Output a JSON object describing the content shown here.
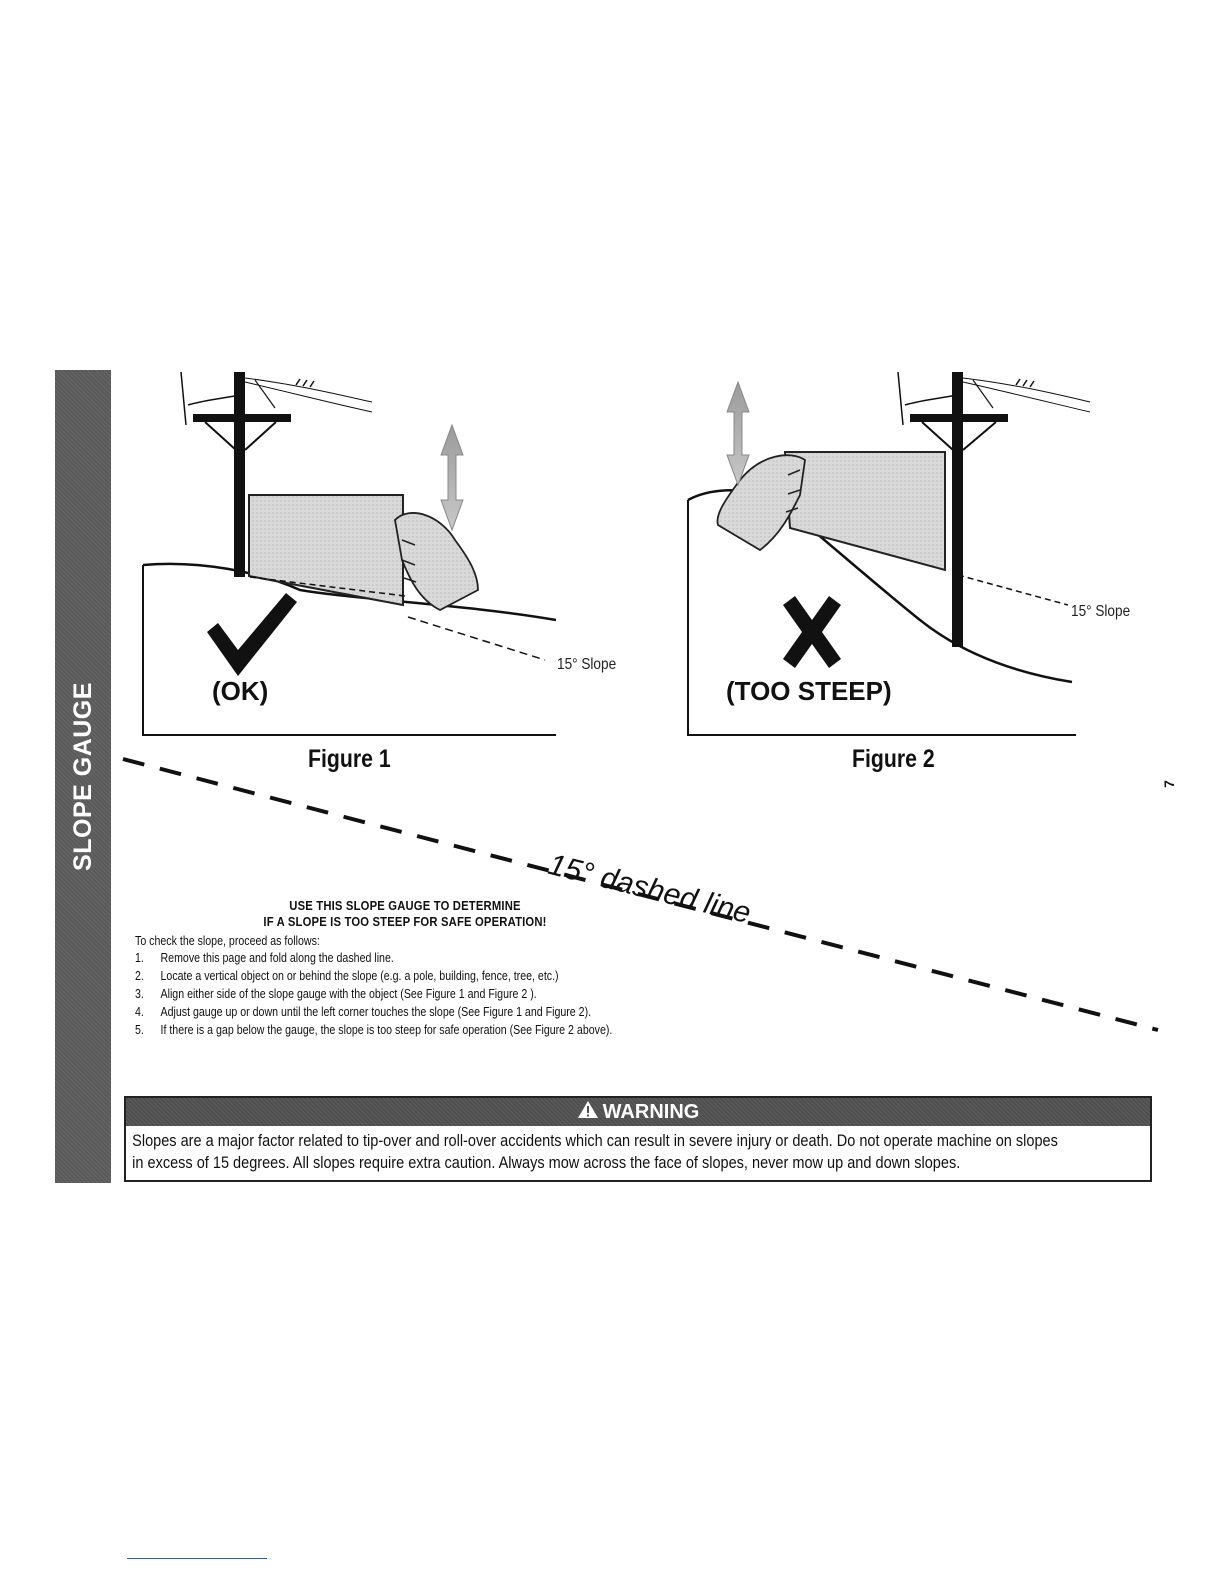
{
  "side_tab": {
    "label": "SLOPE GAUGE"
  },
  "figure1": {
    "status": "(OK)",
    "slope_label": "15° Slope",
    "caption": "Figure 1"
  },
  "figure2": {
    "status": "(TOO STEEP)",
    "slope_label": "15° Slope",
    "caption": "Figure 2"
  },
  "dashed_line_label": "15° dashed line",
  "instructions": {
    "heading_line1": "USE THIS SLOPE GAUGE TO DETERMINE",
    "heading_line2": "IF A SLOPE IS TOO STEEP FOR SAFE OPERATION!",
    "intro": "To check the slope, proceed as follows:",
    "steps": [
      {
        "num": "1.",
        "text": "Remove this page and fold along the dashed line."
      },
      {
        "num": "2.",
        "text": "Locate a vertical object on or behind the slope (e.g. a pole, building, fence, tree, etc.)"
      },
      {
        "num": "3.",
        "text": "Align either side of the slope gauge with the object (See Figure 1 and Figure 2 )."
      },
      {
        "num": "4.",
        "text": "Adjust gauge up or down until the left corner touches the slope (See Figure 1 and Figure 2)."
      },
      {
        "num": "5.",
        "text": "If there is a gap below the gauge, the slope is too steep for safe operation (See Figure 2 above)."
      }
    ]
  },
  "warning": {
    "title": "WARNING",
    "text_line1": "Slopes are a major factor related to tip-over and roll-over accidents which can result in severe injury or death. Do not operate machine on slopes",
    "text_line2": "in excess of 15 degrees. All slopes require extra caution. Always mow across the face of slopes, never mow up and down slopes."
  },
  "page_number": "7"
}
